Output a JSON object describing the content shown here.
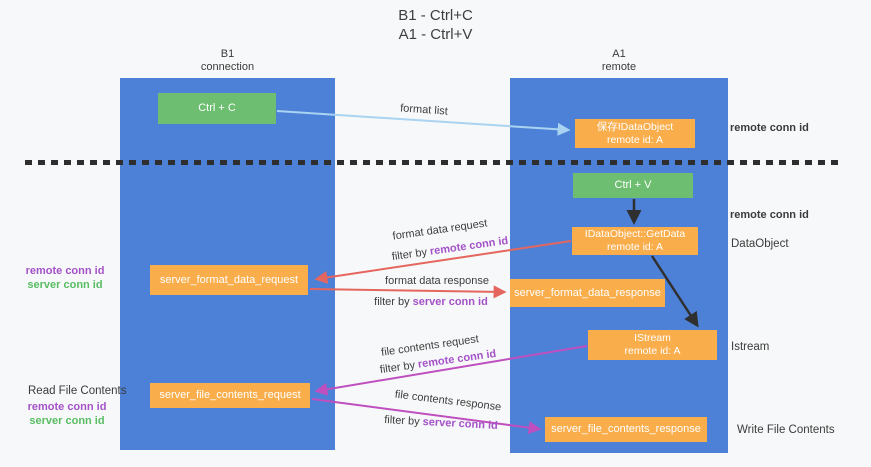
{
  "title": {
    "line1": "B1 - Ctrl+C",
    "line2": "A1 - Ctrl+V"
  },
  "columns": {
    "left": {
      "name": "B1",
      "subtitle": "connection"
    },
    "right": {
      "name": "A1",
      "subtitle": "remote"
    }
  },
  "nodes": {
    "ctrl_c": {
      "label": "Ctrl + C"
    },
    "save_dataobject": {
      "line1": "保存IDataObject",
      "line2": "remote id: A"
    },
    "ctrl_v": {
      "label": "Ctrl + V"
    },
    "getdata": {
      "line1": "IDataObject::GetData",
      "line2": "remote id: A"
    },
    "server_format_data_request": {
      "label": "server_format_data_request"
    },
    "server_format_data_response": {
      "label": "server_format_data_response"
    },
    "istream": {
      "line1": "IStream",
      "line2": "remote id: A"
    },
    "server_file_contents_request": {
      "label": "server_file_contents_request"
    },
    "server_file_contents_response": {
      "label": "server_file_contents_response"
    }
  },
  "flows": {
    "format_list": "format list",
    "format_data_request": "format data request",
    "format_data_response": "format data response",
    "file_contents_request": "file contents request",
    "file_contents_response": "file contents response",
    "filter_by": "filter by",
    "remote_conn_id": "remote conn id",
    "server_conn_id": "server conn id"
  },
  "annotations": {
    "right": {
      "remote_conn_id_top": "remote conn id",
      "remote_conn_id_mid": "remote conn id",
      "dataobject": "DataObject",
      "istream": "Istream",
      "write_file_contents": "Write File Contents"
    },
    "left": {
      "remote_conn_id_1": "remote conn id",
      "server_conn_id_1": "server conn id",
      "read_file_contents": "Read File Contents",
      "remote_conn_id_2": "remote conn id",
      "server_conn_id_2": "server conn id"
    }
  },
  "colors": {
    "column_blue": "#4d81d7",
    "node_green": "#6dbe70",
    "node_orange": "#f9ad4b",
    "arrow_red": "#e5665e",
    "arrow_magenta": "#bf4fbf",
    "arrow_light_blue": "#a9d3f1",
    "arrow_black": "#2f2f2f",
    "text_purple": "#a452c8",
    "text_green": "#58bd62",
    "dash_line": "#2e2e2e",
    "background": "#f7f8f9"
  }
}
